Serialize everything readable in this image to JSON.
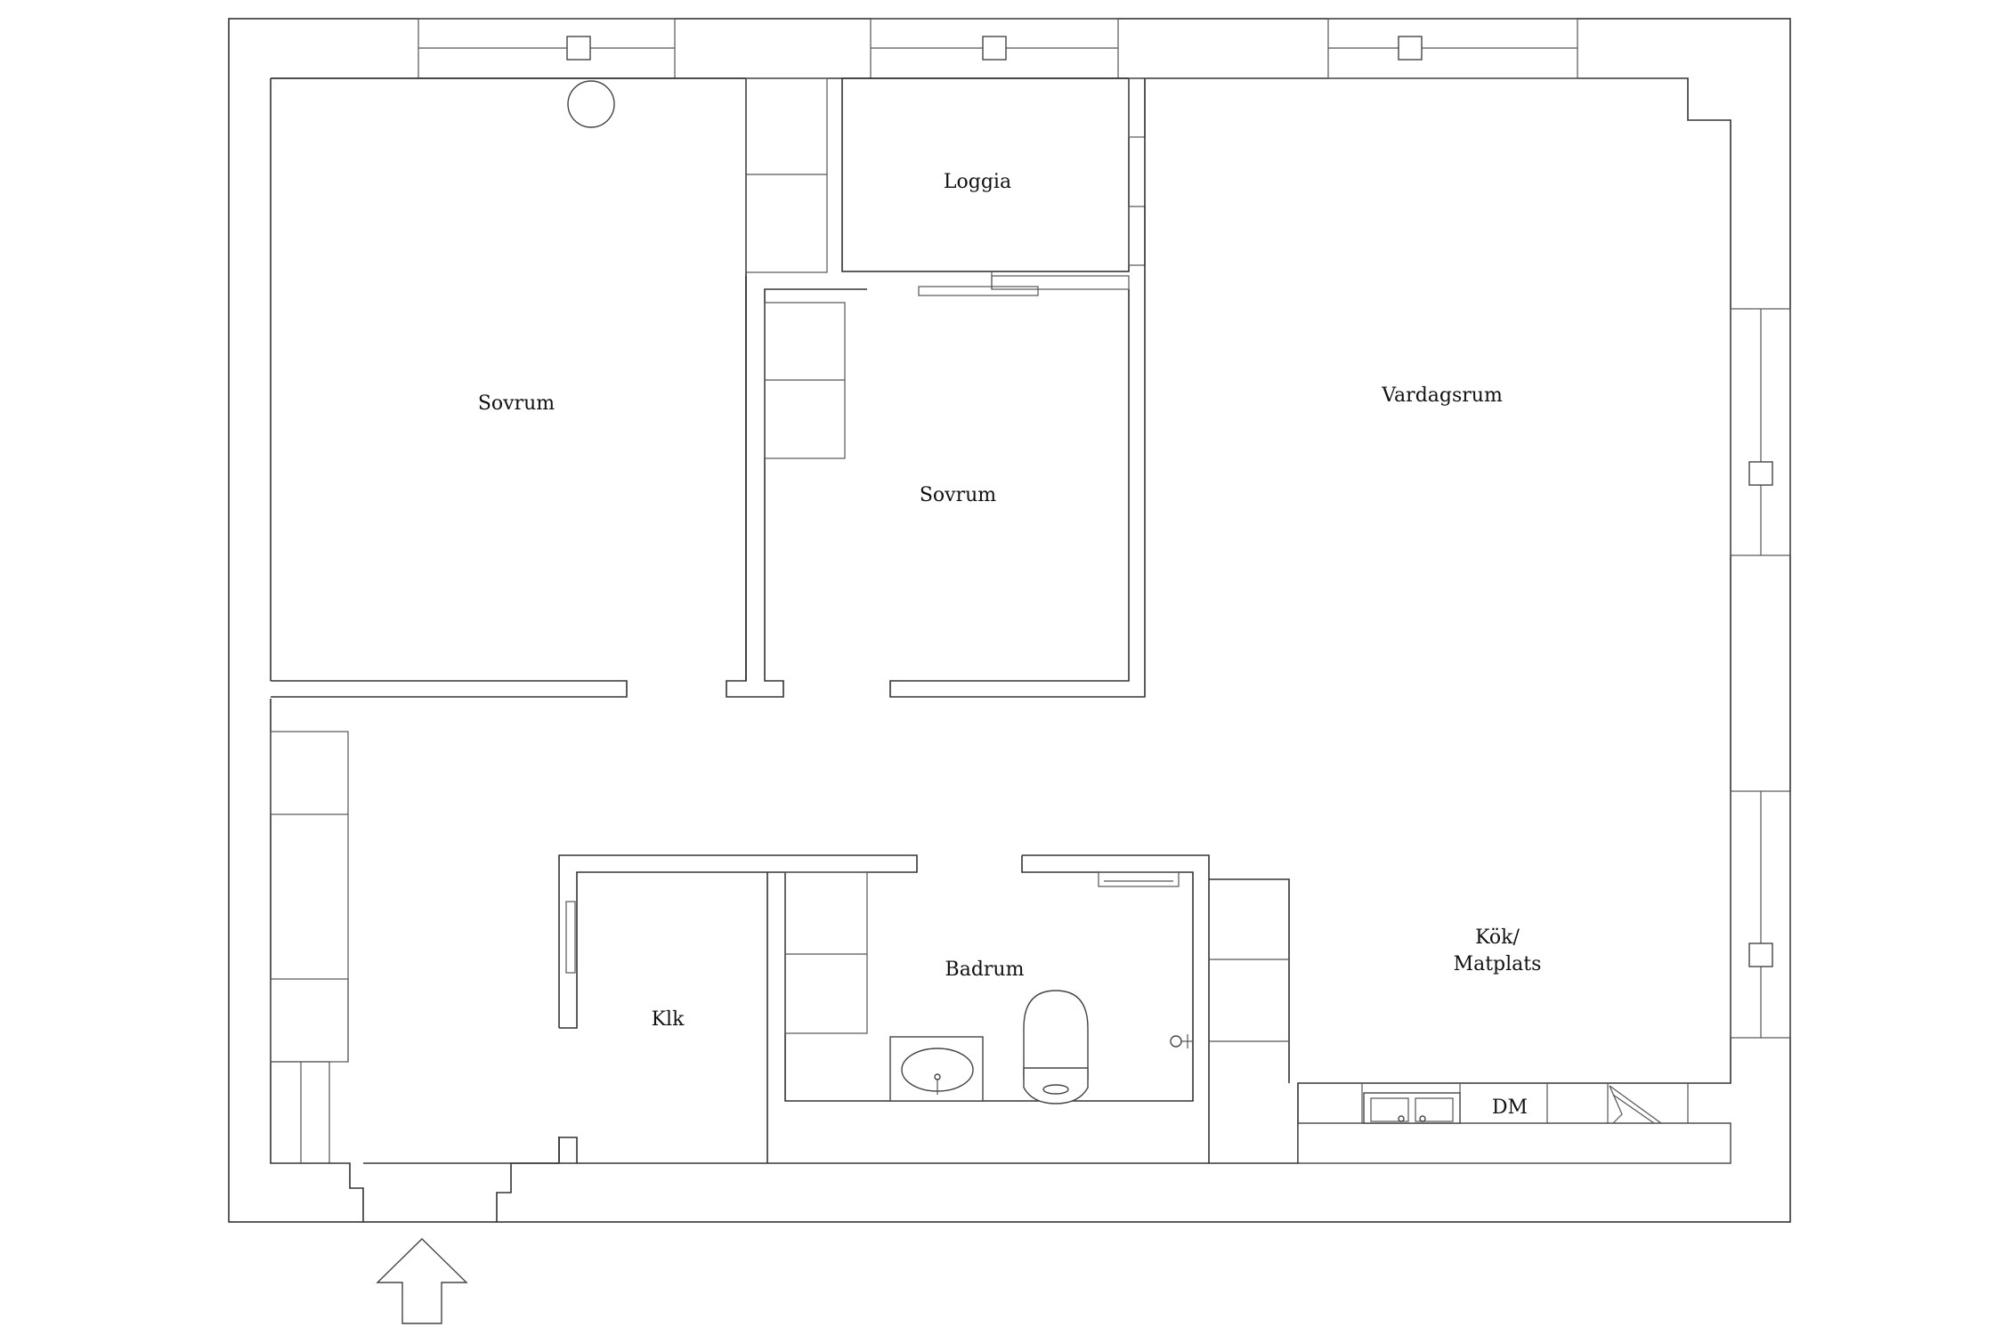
{
  "rooms": {
    "sovrum_1": "Sovrum",
    "sovrum_2": "Sovrum",
    "loggia": "Loggia",
    "vardagsrum": "Vardagsrum",
    "kok_line1": "Kök/",
    "kok_line2": "Matplats",
    "badrum": "Badrum",
    "klk": "Klk",
    "dm": "DM"
  },
  "icons": {
    "entrance": "entrance-arrow-icon",
    "sink": "sink-icon",
    "toilet": "toilet-icon",
    "kitchen_sink": "kitchen-sink-icon"
  },
  "colors": {
    "line": "#333333",
    "background": "#ffffff"
  }
}
